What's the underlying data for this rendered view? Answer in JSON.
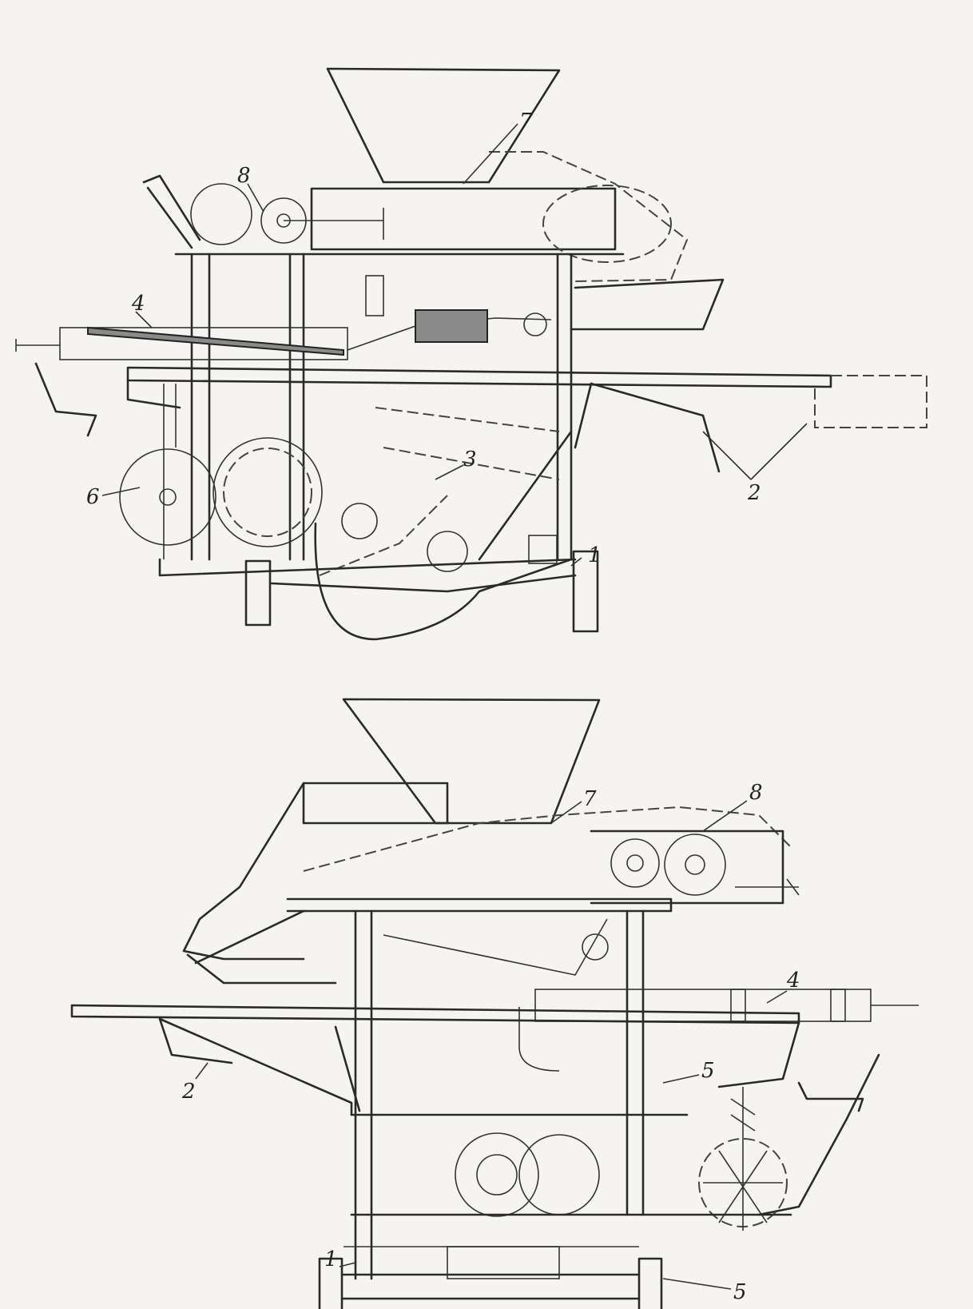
{
  "figure": {
    "top_view": {
      "labels": [
        "7",
        "8",
        "4",
        "6",
        "3",
        "2",
        "1"
      ]
    },
    "bottom_view": {
      "labels": [
        "7",
        "8",
        "4",
        "5",
        "2",
        "1",
        "5"
      ]
    }
  }
}
